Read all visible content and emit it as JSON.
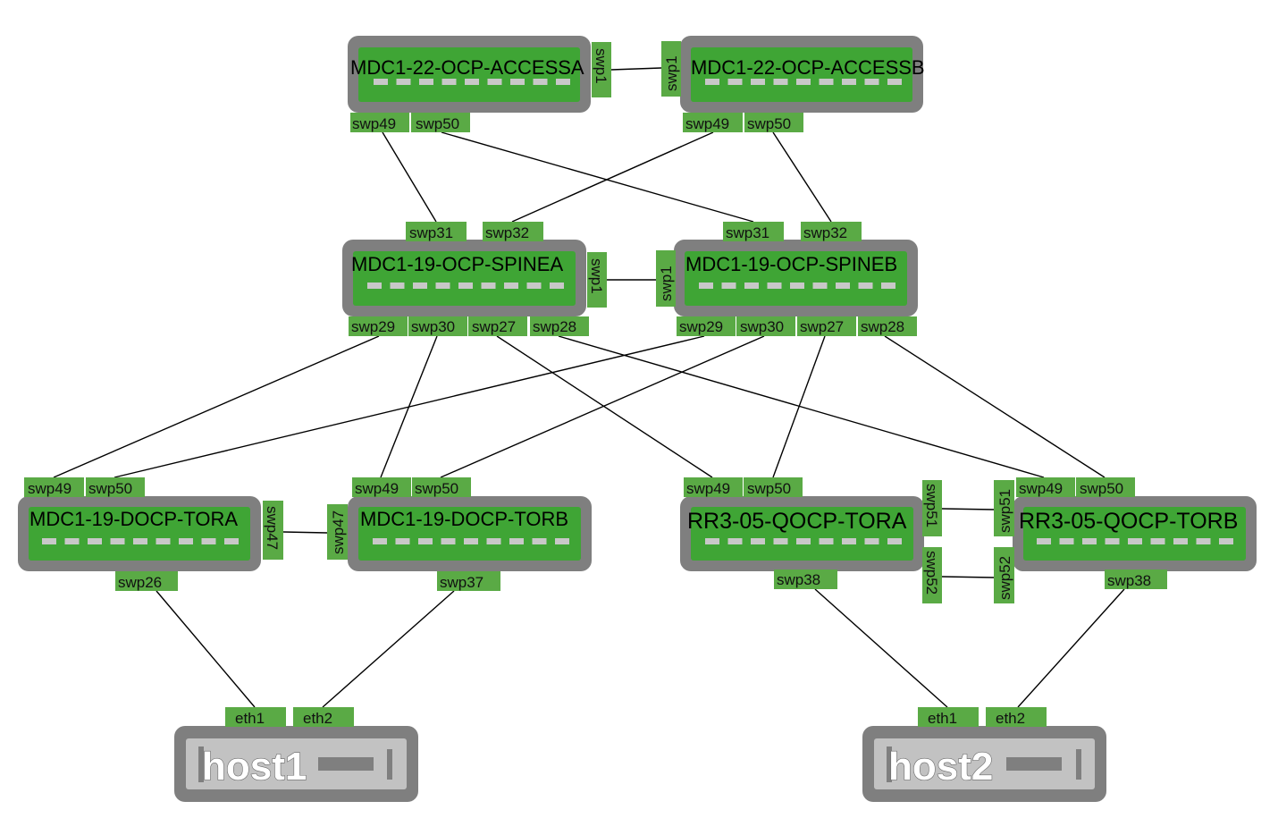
{
  "colors": {
    "switch_frame": "#7f7f7f",
    "switch_body": "#3fa535",
    "port_label_bg": "#5aaa45",
    "host_frame": "#7f7f7f",
    "host_body": "#c2c2c2",
    "link": "#000000"
  },
  "devices": {
    "accessa": {
      "name": "MDC1-22-OCP-ACCESSA",
      "type": "switch"
    },
    "accessb": {
      "name": "MDC1-22-OCP-ACCESSB",
      "type": "switch"
    },
    "spinea": {
      "name": "MDC1-19-OCP-SPINEA",
      "type": "switch"
    },
    "spineb": {
      "name": "MDC1-19-OCP-SPINEB",
      "type": "switch"
    },
    "dtora": {
      "name": "MDC1-19-DOCP-TORA",
      "type": "switch"
    },
    "dtorb": {
      "name": "MDC1-19-DOCP-TORB",
      "type": "switch"
    },
    "qtora": {
      "name": "RR3-05-QOCP-TORA",
      "type": "switch"
    },
    "qtorb": {
      "name": "RR3-05-QOCP-TORB",
      "type": "switch"
    },
    "host1": {
      "name": "host1",
      "type": "host"
    },
    "host2": {
      "name": "host2",
      "type": "host"
    }
  },
  "ports": {
    "accessa_swp1": "swp1",
    "accessa_swp49": "swp49",
    "accessa_swp50": "swp50",
    "accessb_swp1": "swp1",
    "accessb_swp49": "swp49",
    "accessb_swp50": "swp50",
    "spinea_swp31": "swp31",
    "spinea_swp32": "swp32",
    "spinea_swp1": "swp1",
    "spinea_swp29": "swp29",
    "spinea_swp30": "swp30",
    "spinea_swp27": "swp27",
    "spinea_swp28": "swp28",
    "spineb_swp31": "swp31",
    "spineb_swp32": "swp32",
    "spineb_swp1": "swp1",
    "spineb_swp29": "swp29",
    "spineb_swp30": "swp30",
    "spineb_swp27": "swp27",
    "spineb_swp28": "swp28",
    "dtora_swp49": "swp49",
    "dtora_swp50": "swp50",
    "dtora_swp47": "swp47",
    "dtora_swp26": "swp26",
    "dtorb_swp49": "swp49",
    "dtorb_swp50": "swp50",
    "dtorb_swp47": "swp47",
    "dtorb_swp37": "swp37",
    "qtora_swp49": "swp49",
    "qtora_swp50": "swp50",
    "qtora_swp51": "swp51",
    "qtora_swp52": "swp52",
    "qtora_swp38": "swp38",
    "qtorb_swp49": "swp49",
    "qtorb_swp50": "swp50",
    "qtorb_swp51": "swp51",
    "qtorb_swp52": "swp52",
    "qtorb_swp38": "swp38",
    "host1_eth1": "eth1",
    "host1_eth2": "eth2",
    "host2_eth1": "eth1",
    "host2_eth2": "eth2"
  },
  "links": [
    {
      "a": "MDC1-22-OCP-ACCESSA:swp1",
      "b": "MDC1-22-OCP-ACCESSB:swp1"
    },
    {
      "a": "MDC1-22-OCP-ACCESSA:swp49",
      "b": "MDC1-19-OCP-SPINEA:swp31"
    },
    {
      "a": "MDC1-22-OCP-ACCESSA:swp50",
      "b": "MDC1-19-OCP-SPINEB:swp31"
    },
    {
      "a": "MDC1-22-OCP-ACCESSB:swp49",
      "b": "MDC1-19-OCP-SPINEA:swp32"
    },
    {
      "a": "MDC1-22-OCP-ACCESSB:swp50",
      "b": "MDC1-19-OCP-SPINEB:swp32"
    },
    {
      "a": "MDC1-19-OCP-SPINEA:swp1",
      "b": "MDC1-19-OCP-SPINEB:swp1"
    },
    {
      "a": "MDC1-19-OCP-SPINEA:swp29",
      "b": "MDC1-19-DOCP-TORA:swp49"
    },
    {
      "a": "MDC1-19-OCP-SPINEA:swp30",
      "b": "MDC1-19-DOCP-TORB:swp49"
    },
    {
      "a": "MDC1-19-OCP-SPINEA:swp27",
      "b": "RR3-05-QOCP-TORA:swp49"
    },
    {
      "a": "MDC1-19-OCP-SPINEA:swp28",
      "b": "RR3-05-QOCP-TORB:swp49"
    },
    {
      "a": "MDC1-19-OCP-SPINEB:swp29",
      "b": "MDC1-19-DOCP-TORA:swp50"
    },
    {
      "a": "MDC1-19-OCP-SPINEB:swp30",
      "b": "MDC1-19-DOCP-TORB:swp50"
    },
    {
      "a": "MDC1-19-OCP-SPINEB:swp27",
      "b": "RR3-05-QOCP-TORA:swp50"
    },
    {
      "a": "MDC1-19-OCP-SPINEB:swp28",
      "b": "RR3-05-QOCP-TORB:swp50"
    },
    {
      "a": "MDC1-19-DOCP-TORA:swp47",
      "b": "MDC1-19-DOCP-TORB:swp47"
    },
    {
      "a": "RR3-05-QOCP-TORA:swp51",
      "b": "RR3-05-QOCP-TORB:swp51"
    },
    {
      "a": "RR3-05-QOCP-TORA:swp52",
      "b": "RR3-05-QOCP-TORB:swp52"
    },
    {
      "a": "MDC1-19-DOCP-TORA:swp26",
      "b": "host1:eth1"
    },
    {
      "a": "MDC1-19-DOCP-TORB:swp37",
      "b": "host1:eth2"
    },
    {
      "a": "RR3-05-QOCP-TORA:swp38",
      "b": "host2:eth1"
    },
    {
      "a": "RR3-05-QOCP-TORB:swp38",
      "b": "host2:eth2"
    }
  ]
}
